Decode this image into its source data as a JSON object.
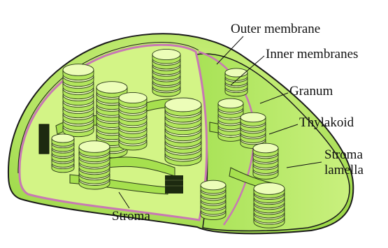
{
  "labels": {
    "outer_membrane": "Outer membrane",
    "inner_membranes": "Inner membranes",
    "granum": "Granum",
    "thylakoid": "Thylakoid",
    "stroma_lamella_line1": "Stroma",
    "stroma_lamella_line2": "lamella",
    "stroma": "Stroma"
  },
  "colors": {
    "body_green": "#b8e86a",
    "light_green": "#e6fba8",
    "bright_green": "#96dd3c",
    "outline": "#1a1a1a",
    "inner_membrane": "#c878b4",
    "thylakoid_dark": "#1d2a10"
  }
}
